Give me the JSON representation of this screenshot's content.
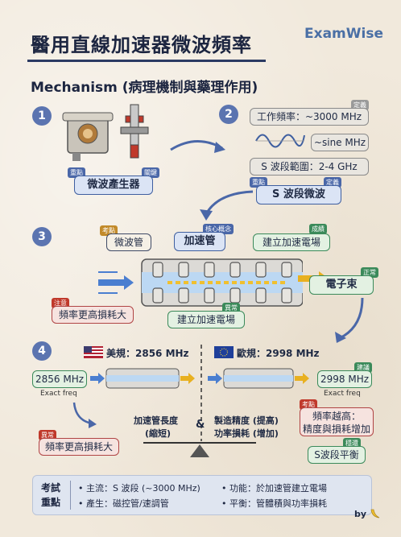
{
  "header": {
    "title": "醫用直線加速器微波頻率",
    "brand": "ExamWise",
    "subtitle": "Mechanism (病理機制與藥理作用)"
  },
  "step1": {
    "num": "1",
    "label": "微波產生器",
    "tag_left": "重點",
    "tag_right": "關鍵"
  },
  "step2": {
    "num": "2",
    "freq": "工作頻率：~3000 MHz",
    "freq_tag": "定義",
    "wave": "~sine MHz",
    "range": "S 波段範圍：2-4 GHz",
    "label": "S 波段微波",
    "label_tag_left": "重點",
    "label_tag_right": "定義"
  },
  "step3": {
    "num": "3",
    "microwave_tube": "微波管",
    "microwave_tube_tag": "考點",
    "accelerator": "加速管",
    "accelerator_tag": "核心概念",
    "field_top": "建立加速電場",
    "field_top_tag": "成績",
    "field_bottom": "建立加速電場",
    "field_bottom_tag": "異常",
    "electron_beam": "電子束",
    "electron_beam_tag": "正常",
    "loss": "頻率更高損耗大",
    "loss_tag": "注意"
  },
  "step4": {
    "num": "4",
    "us_label": "美規：2856 MHz",
    "eu_label": "歐規：2998 MHz",
    "us_freq": "2856 MHz",
    "us_freq_note": "Exact freq",
    "eu_freq": "2998 MHz",
    "eu_freq_note": "Exact freq",
    "eu_tag": "建議",
    "tube_len": "加速管長度",
    "tube_len_sub": "(縮短)",
    "amp": "&",
    "precision": "製造精度 (提高)",
    "power_loss": "功率損耗 (增加)",
    "left_loss": "頻率更高損耗大",
    "left_loss_tag": "異常",
    "right_note": "頻率越高：",
    "right_note2": "精度與損耗增加",
    "right_note_tag": "考點",
    "balance": "S波段平衡",
    "balance_tag": "穩還"
  },
  "summary": {
    "title1": "考試",
    "title2": "重點",
    "item1": "• 主流：S 波段 (~3000 MHz)",
    "item2": "• 功能：於加速管建立電場",
    "item3": "• 產生：磁控管/速調管",
    "item4": "• 平衡：管體積與功率損耗",
    "by": "by"
  }
}
